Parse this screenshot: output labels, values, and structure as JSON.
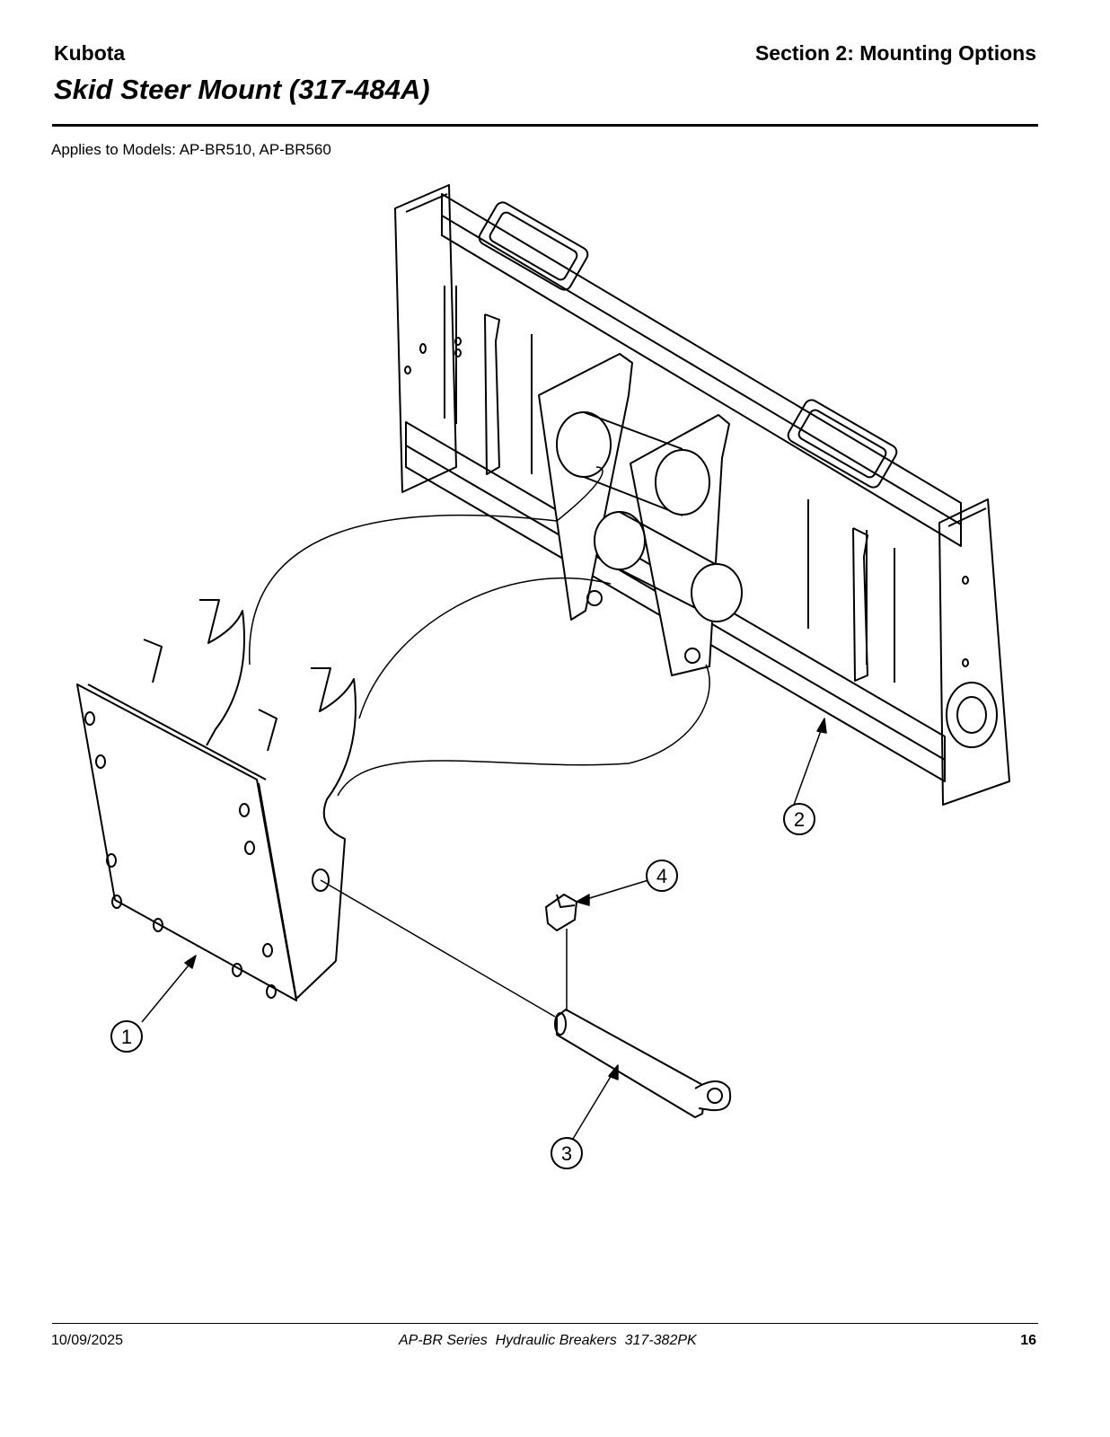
{
  "header": {
    "brand": "Kubota",
    "section": "Section 2: Mounting Options",
    "title": "Skid Steer Mount (317-484A)"
  },
  "applies_to": "Applies to Models: AP-BR510, AP-BR560",
  "callouts": [
    "1",
    "2",
    "3",
    "4"
  ],
  "footer": {
    "date": "10/09/2025",
    "document": "AP-BR Series  Hydraulic Breakers  317-382PK",
    "page": "16"
  }
}
